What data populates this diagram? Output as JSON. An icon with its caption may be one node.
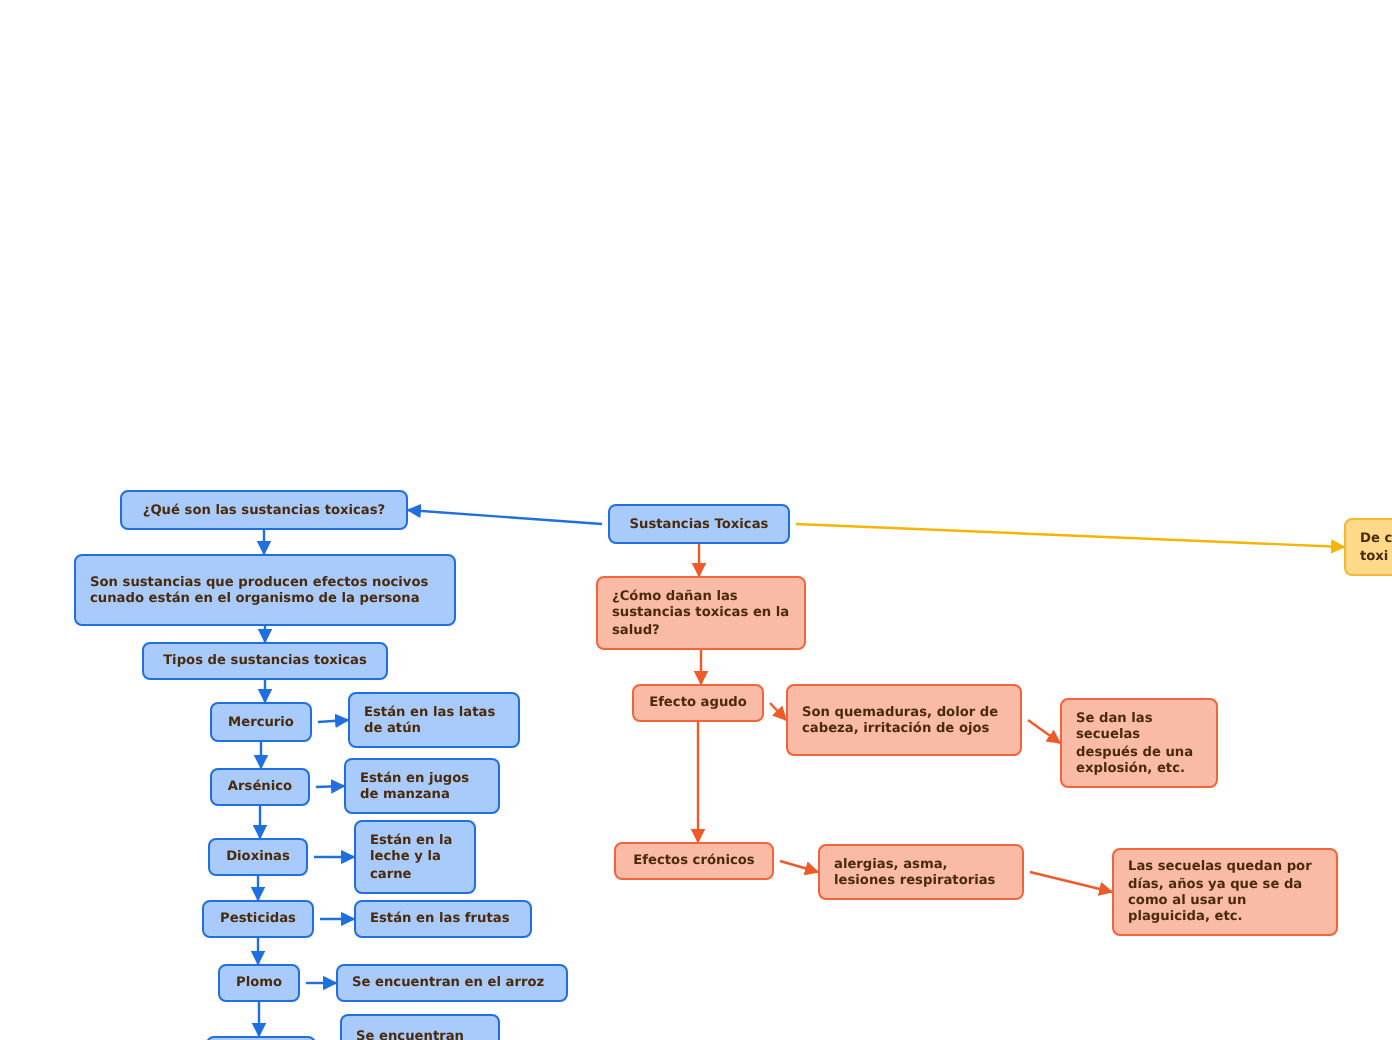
{
  "diagram": {
    "nodes": [
      {
        "text": [
          "Sustancias Toxicas"
        ]
      },
      {
        "text": [
          "¿Qué son las sustancias toxicas?"
        ]
      },
      {
        "text": [
          "Son sustancias que producen efectos nocivos cunado están en el organismo de la persona"
        ]
      },
      {
        "text": [
          "Tipos de sustancias toxicas"
        ]
      },
      {
        "text": [
          "Mercurio"
        ]
      },
      {
        "text": [
          "Están en las latas de atún"
        ]
      },
      {
        "text": [
          "Arsénico"
        ]
      },
      {
        "text": [
          "Están en jugos de manzana"
        ]
      },
      {
        "text": [
          "Dioxinas"
        ]
      },
      {
        "text": [
          "Están en la leche y la carne"
        ]
      },
      {
        "text": [
          "Pesticidas"
        ]
      },
      {
        "text": [
          "Están en las frutas"
        ]
      },
      {
        "text": [
          "Plomo"
        ]
      },
      {
        "text": [
          "Se encuentran en el arroz"
        ]
      },
      {
        "text": [],
        "shape": "box"
      },
      {
        "text": [
          "Se encuentran"
        ]
      },
      {
        "text": [
          "¿Cómo dañan las sustancias toxicas en la salud?"
        ]
      },
      {
        "text": [
          "Efecto agudo"
        ]
      },
      {
        "text": [
          "Son quemaduras, dolor de cabeza, irritación de ojos"
        ]
      },
      {
        "text": [
          "Se dan las secuelas después de una explosión, etc."
        ]
      },
      {
        "text": [
          "Efectos crónicos"
        ]
      },
      {
        "text": [
          "alergias, asma, lesiones respiratorias"
        ]
      },
      {
        "text": [
          "Las secuelas quedan por días, años ya que se da como al usar un plaguicida, etc."
        ]
      },
      {
        "text": [
          "De c toxi"
        ]
      }
    ],
    "edges": [
      {
        "from": 0,
        "to": 1,
        "arrow": "to"
      },
      {
        "from": 1,
        "to": 2,
        "arrow": "to"
      },
      {
        "from": 2,
        "to": 3,
        "arrow": "to"
      },
      {
        "from": 3,
        "to": 4,
        "arrow": "to"
      },
      {
        "from": 4,
        "to": 5,
        "arrow": "to"
      },
      {
        "from": 4,
        "to": 6,
        "arrow": "to"
      },
      {
        "from": 6,
        "to": 7,
        "arrow": "to"
      },
      {
        "from": 6,
        "to": 8,
        "arrow": "to"
      },
      {
        "from": 8,
        "to": 9,
        "arrow": "to"
      },
      {
        "from": 8,
        "to": 10,
        "arrow": "to"
      },
      {
        "from": 10,
        "to": 11,
        "arrow": "to"
      },
      {
        "from": 10,
        "to": 12,
        "arrow": "to"
      },
      {
        "from": 12,
        "to": 13,
        "arrow": "to"
      },
      {
        "from": 12,
        "to": 14,
        "arrow": "to"
      },
      {
        "from": 0,
        "to": 16,
        "arrow": "to",
        "color": "#f05a28"
      },
      {
        "from": 16,
        "to": 17,
        "arrow": "to",
        "color": "#f05a28"
      },
      {
        "from": 17,
        "to": 18,
        "arrow": "to",
        "color": "#f05a28"
      },
      {
        "from": 18,
        "to": 19,
        "arrow": "to",
        "color": "#f05a28"
      },
      {
        "from": 17,
        "to": 20,
        "arrow": "to",
        "color": "#f05a28"
      },
      {
        "from": 20,
        "to": 21,
        "arrow": "to",
        "color": "#f05a28"
      },
      {
        "from": 21,
        "to": 22,
        "arrow": "to",
        "color": "#f05a28"
      },
      {
        "from": 0,
        "to": 23,
        "arrow": "to",
        "color": "#f5b400"
      }
    ]
  }
}
